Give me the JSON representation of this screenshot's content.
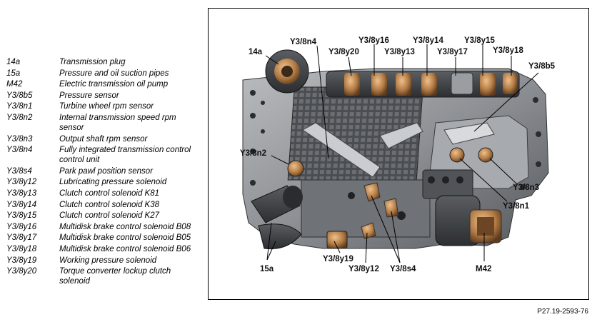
{
  "legend": [
    {
      "code": "14a",
      "desc": "Transmission plug"
    },
    {
      "code": "15a",
      "desc": "Pressure and oil suction pipes"
    },
    {
      "code": "M42",
      "desc": "Electric transmission oil pump"
    },
    {
      "code": "Y3/8b5",
      "desc": "Pressure sensor"
    },
    {
      "code": "Y3/8n1",
      "desc": "Turbine wheel rpm sensor"
    },
    {
      "code": "Y3/8n2",
      "desc": "Internal transmission speed rpm sensor"
    },
    {
      "code": "Y3/8n3",
      "desc": "Output shaft rpm sensor"
    },
    {
      "code": "Y3/8n4",
      "desc": "Fully integrated transmission control control unit"
    },
    {
      "code": "Y3/8s4",
      "desc": "Park pawl position sensor"
    },
    {
      "code": "Y3/8y12",
      "desc": "Lubricating pressure solenoid"
    },
    {
      "code": "Y3/8y13",
      "desc": "Clutch control solenoid K81"
    },
    {
      "code": "Y3/8y14",
      "desc": "Clutch control solenoid K38"
    },
    {
      "code": "Y3/8y15",
      "desc": "Clutch control solenoid K27"
    },
    {
      "code": "Y3/8y16",
      "desc": "Multidisk brake control solenoid B08"
    },
    {
      "code": "Y3/8y17",
      "desc": "Multidisk brake control solenoid B05"
    },
    {
      "code": "Y3/8y18",
      "desc": "Multidisk brake control solenoid B06"
    },
    {
      "code": "Y3/8y19",
      "desc": "Working pressure solenoid"
    },
    {
      "code": "Y3/8y20",
      "desc": "Torque converter lockup clutch solenoid"
    }
  ],
  "callouts": {
    "c14a": "14a",
    "n4": "Y3/8n4",
    "y16": "Y3/8y16",
    "y14": "Y3/8y14",
    "y15": "Y3/8y15",
    "y20": "Y3/8y20",
    "y13": "Y3/8y13",
    "y17": "Y3/8y17",
    "y18": "Y3/8y18",
    "b5": "Y3/8b5",
    "n2": "Y3/8n2",
    "n3": "Y3/8n3",
    "n1": "Y3/8n1",
    "y19": "Y3/8y19",
    "y12": "Y3/8y12",
    "s4": "Y3/8s4",
    "m42": "M42",
    "c15a": "15a"
  },
  "figure_code": "P27.19-2593-76",
  "colors": {
    "housing": "#8a8d90",
    "housing_dark": "#3f4245",
    "solenoid_copper": "#b07a45",
    "background": "#ffffff"
  }
}
